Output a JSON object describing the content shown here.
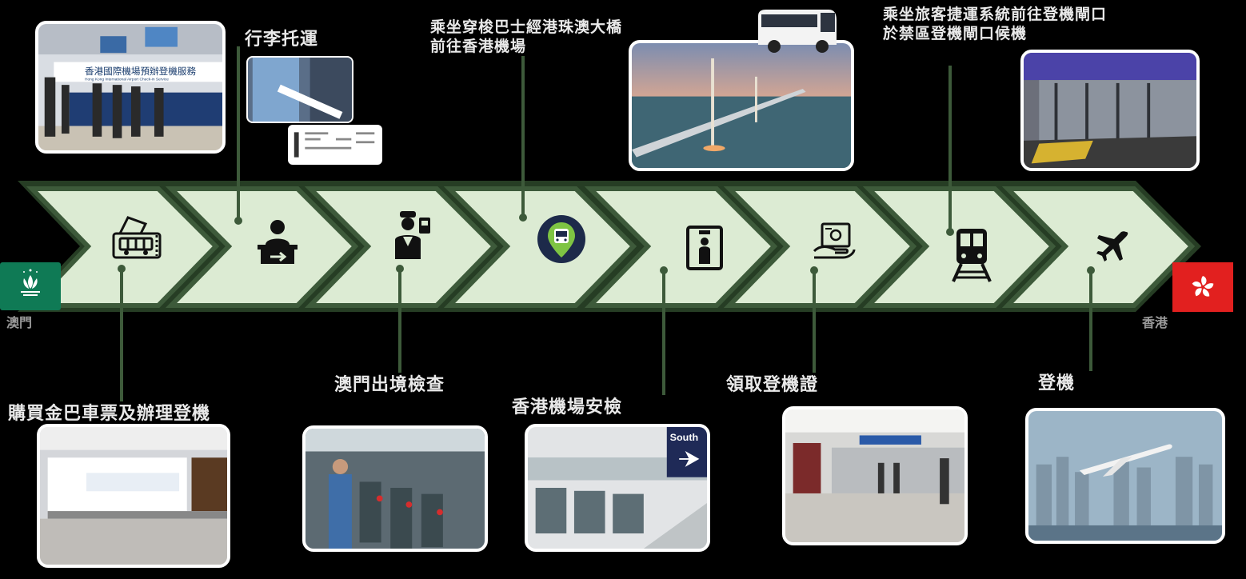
{
  "origin": {
    "name": "澳門",
    "flag_color": "#0f7a55",
    "flag_icon": "lotus-icon"
  },
  "destination": {
    "name": "香港",
    "flag_color": "#e2201f",
    "flag_icon": "bauhinia-icon"
  },
  "colors": {
    "band_fill": "#dcebd3",
    "band_border": "#3d5a3a",
    "band_dark": "#263d24",
    "icon": "#111111"
  },
  "steps": [
    {
      "icon": "bus-ticket-icon",
      "label": "購買金巴車票及辦理登機",
      "position": "below"
    },
    {
      "icon": "check-in-desk-icon",
      "label": "行李托運",
      "position": "above"
    },
    {
      "icon": "customs-officer-icon",
      "label": "澳門出境檢查",
      "position": "below"
    },
    {
      "icon": "bus-location-icon",
      "label": "乘坐穿梭巴士經港珠澳大橋",
      "label2": "前往香港機場",
      "position": "above"
    },
    {
      "icon": "security-scanner-icon",
      "label": "香港機場安檢",
      "position": "below"
    },
    {
      "icon": "boarding-pass-icon",
      "label": "領取登機證",
      "position": "below"
    },
    {
      "icon": "train-icon",
      "label": "乘坐旅客捷運系統前往登機閘口",
      "label2": "於禁區登機閘口候機",
      "position": "above"
    },
    {
      "icon": "airplane-icon",
      "label": "登機",
      "position": "below"
    }
  ],
  "photo_texts": {
    "checkin_sign": "香港國際機場預辦登機服務",
    "checkin_sign_en": "Hong Kong International Airport Check-in Service",
    "south_sign": "South"
  }
}
